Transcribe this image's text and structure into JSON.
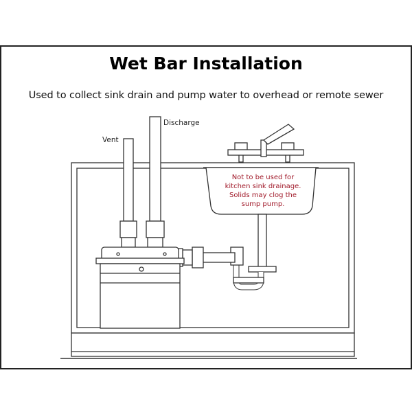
{
  "title": "Wet Bar Installation",
  "subtitle": "Used to collect sink drain and pump water to overhead or remote sewer",
  "labels": {
    "vent": "Vent",
    "discharge": "Discharge"
  },
  "warning": {
    "lines": [
      "Not to be used for",
      "kitchen sink drainage.",
      "Solids may clog the",
      "sump pump."
    ],
    "color": "#a01828"
  }
}
